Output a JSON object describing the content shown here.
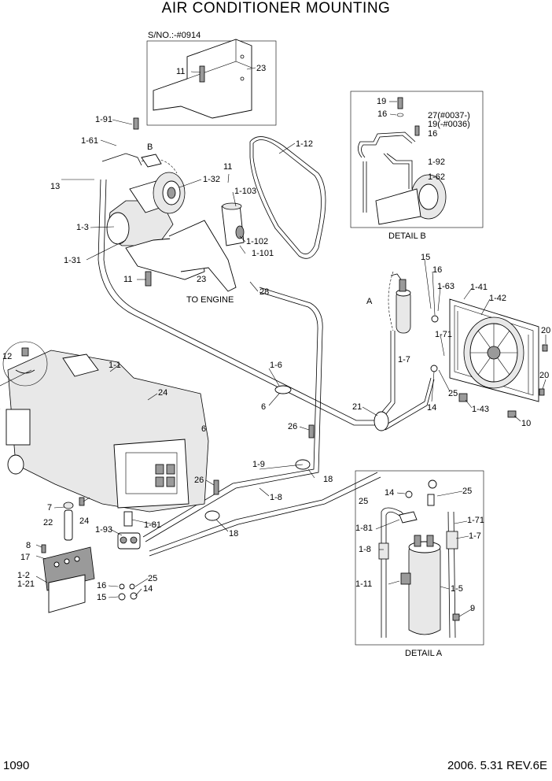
{
  "title": "AIR CONDITIONER MOUNTING",
  "page_number": "1090",
  "revision": "2006. 5.31  REV.6E",
  "captions": {
    "serial": "S/NO.:-#0914",
    "to_engine": "TO ENGINE",
    "detail_b": "DETAIL B",
    "detail_a": "DETAIL A",
    "marker_a": "A",
    "marker_b": "B"
  },
  "callouts": {
    "c11a": "11",
    "c23a": "23",
    "c19": "19",
    "c16b": "16",
    "c27": "27(#0037-)",
    "c19b": "19(-#0036)",
    "c16c": "16",
    "c192": "1-92",
    "c162": "1-62",
    "c191": "1-91",
    "c161": "1-61",
    "c13": "13",
    "c112": "1-12",
    "c11b": "11",
    "c132": "1-32",
    "c1103": "1-103",
    "c13x": "1-3",
    "c131": "1-31",
    "c1102": "1-102",
    "c1101": "1-101",
    "c11c": "11",
    "c23b": "23",
    "c28": "28",
    "c15": "15",
    "c16d": "16",
    "c163": "1-63",
    "c141": "1-41",
    "c142": "1-42",
    "c20a": "20",
    "c171": "1-71",
    "c17": "1-7",
    "c20b": "20",
    "c25a": "25",
    "c14a": "14",
    "c143": "1-43",
    "c10": "10",
    "c12": "12",
    "c11x": "1-1",
    "c16": "1-6",
    "c24a": "24",
    "c6a": "6",
    "c6b": "6",
    "c21": "21",
    "c26a": "26",
    "c19x": "1-9",
    "c18a": "18",
    "c18x": "1-8",
    "c26b": "26",
    "c7": "7",
    "c22": "22",
    "c24b": "24",
    "c181": "1-81",
    "c193": "1-93",
    "c18b": "18",
    "c8": "8",
    "c17b": "17",
    "c12x": "1-2",
    "c121": "1-21",
    "c16e": "16",
    "c15b": "15",
    "c25b": "25",
    "c14b": "14",
    "dA14": "14",
    "dA25a": "25",
    "dA25b": "25",
    "dA181": "1-81",
    "dA171": "1-71",
    "dA18": "1-8",
    "dA17": "1-7",
    "dA111": "1-11",
    "dA15": "1-5",
    "dA9": "9"
  }
}
